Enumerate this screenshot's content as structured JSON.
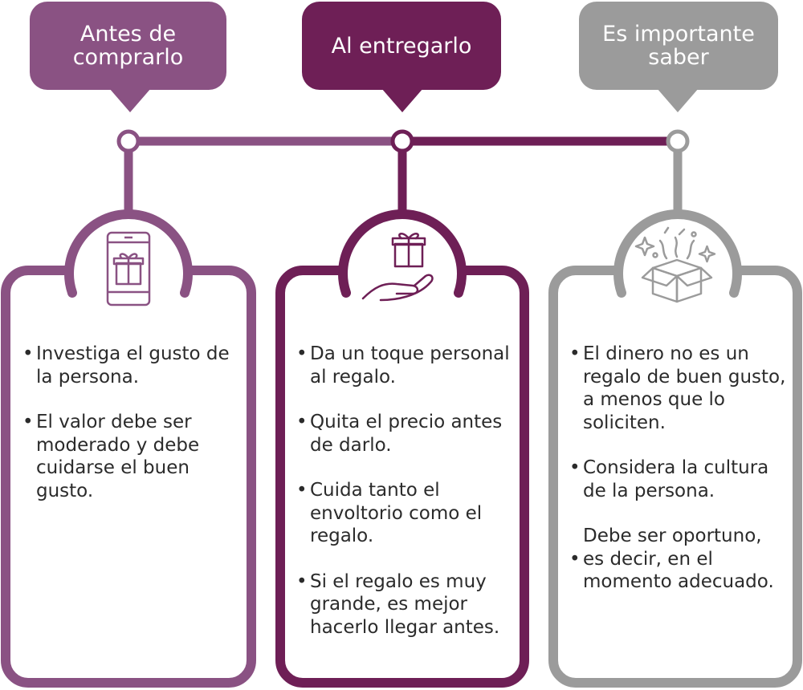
{
  "columns": [
    {
      "title_lines": [
        "Antes de",
        "comprarlo"
      ],
      "color": "#8a5283",
      "icon": "phone-gift-icon",
      "items": [
        "Investiga el gusto de la persona.",
        "El valor debe ser moderado y debe cuidarse el buen gusto."
      ]
    },
    {
      "title_lines": [
        "Al entregarlo"
      ],
      "color": "#6e1f56",
      "icon": "hand-gift-icon",
      "items": [
        "Da un toque personal al regalo.",
        "Quita el precio antes de darlo.",
        "Cuida tanto el envoltorio como el regalo.",
        "Si el regalo es muy grande, es mejor hacerlo llegar antes."
      ]
    },
    {
      "title_lines": [
        "Es importante",
        "saber"
      ],
      "color": "#9b9b9b",
      "icon": "gift-box-surprise-icon",
      "items": [
        "El dinero no es un regalo de buen gusto, a menos que lo soliciten.",
        "Considera la cultura de la persona.",
        "Debe ser oportuno,",
        "es decir, en el momento adecuado."
      ]
    }
  ]
}
